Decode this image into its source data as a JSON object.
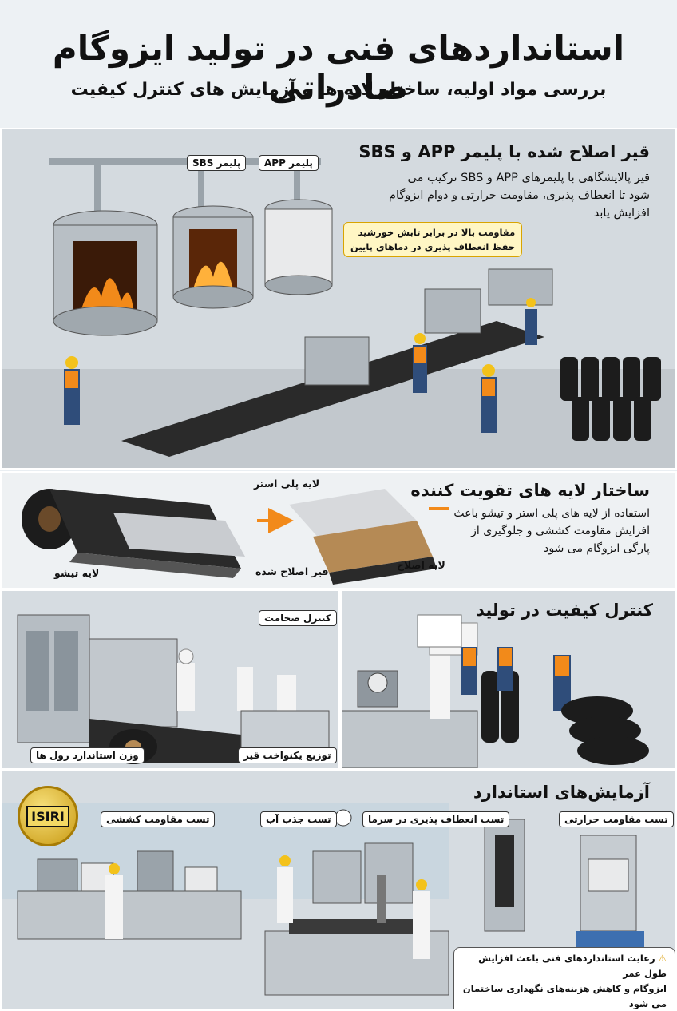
{
  "header": {
    "title": "استانداردهای فنی در تولید ایزوگام صادراتی",
    "subtitle": "بررسی مواد اولیه، ساختار لایه ها و آزمایش های کنترل کیفیت"
  },
  "section_bitumen": {
    "title": "قیر اصلاح شده با پلیمر APP و SBS",
    "body": "قیر پالایشگاهی با پلیمرهای APP و SBS ترکیب می شود تا انعطاف پذیری، مقاومت حرارتی و دوام ایزوگام افزایش یابد",
    "tank_label_sbs": "پلیمر SBS",
    "tank_label_app": "پلیمر APP",
    "callout_line1": "مقاومت بالا در برابر تابش خورشید",
    "callout_line2": "حفظ انعطاف پذیری در دماهای پایین"
  },
  "section_layers": {
    "title": "ساختار لایه های تقویت کننده",
    "body": "استفاده از لایه های پلی استر و تیشو باعث افزایش مقاومت کششی و جلوگیری از پارگی ایزوگام می شود",
    "label_polyester": "لایه پلی استر",
    "label_tissue": "لایه تیشو",
    "label_modified": "قیر اصلاح شده",
    "label_main": "لایه اصلاح"
  },
  "section_production": {
    "label_thickness": "کنترل ضخامت",
    "label_weight": "وزن استاندارد رول ها",
    "label_uniform": "توزیع یکنواخت قیر"
  },
  "section_qc": {
    "title": "کنترل کیفیت در تولید"
  },
  "section_tests": {
    "title": "آزمایش‌های استاندارد",
    "test_tensile": "تست مقاومت کششی",
    "test_water": "تست جذب آب",
    "test_cold": "تست انعطاف پذیری در سرما",
    "test_heat": "تست مقاومت حرارتی",
    "logo_text": "ISIRI",
    "note_line1": "رعایت استانداردهای فنی باعث افزایش طول عمر",
    "note_line2": "ایزوگام و کاهش هزینه‌های نگهداری ساختمان می شود"
  },
  "colors": {
    "accent_orange": "#f28a1a",
    "callout_yellow": "#fff6c4",
    "gold": "#c99a14"
  }
}
